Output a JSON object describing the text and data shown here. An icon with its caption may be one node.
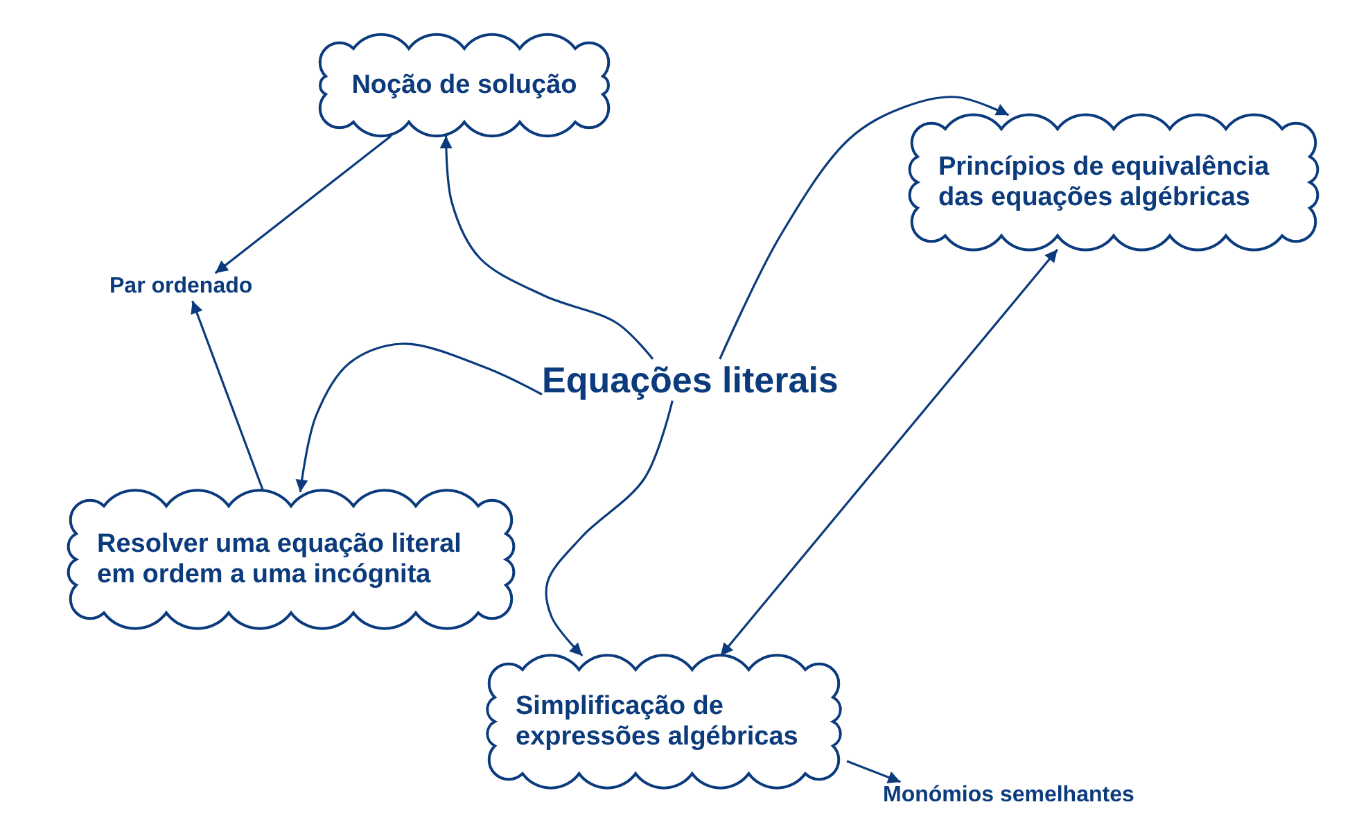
{
  "diagram": {
    "nodes": [
      {
        "text": [
          "Noção de solução"
        ]
      },
      {
        "text": [
          "Princípios de equivalência das equações algébricas"
        ]
      },
      {
        "text": [
          "Par ordenado"
        ]
      },
      {
        "text": [
          "Equações literais"
        ]
      },
      {
        "text": [
          "Resolver uma equação literal em ordem a uma incógnita"
        ]
      },
      {
        "text": [
          "Simplificação de expressões algébricas"
        ]
      },
      {
        "text": [
          "Monómios semelhantes"
        ]
      }
    ],
    "edges": [
      {
        "from": 0,
        "to": 2,
        "arrow": "to"
      },
      {
        "from": 3,
        "to": 0,
        "arrow": "to"
      },
      {
        "from": 3,
        "to": 1,
        "arrow": "to"
      },
      {
        "from": 3,
        "to": 4,
        "arrow": "to"
      },
      {
        "from": 4,
        "to": 2,
        "arrow": "to"
      },
      {
        "from": 3,
        "to": 5,
        "arrow": "to"
      },
      {
        "from": 1,
        "to": 5,
        "arrow": "both"
      },
      {
        "from": 5,
        "to": 6,
        "arrow": "to"
      }
    ]
  }
}
